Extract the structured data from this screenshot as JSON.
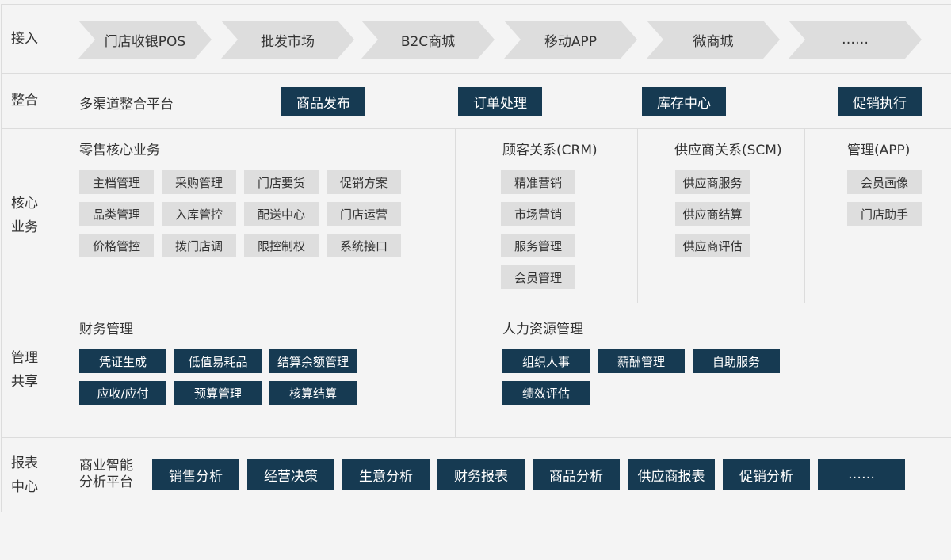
{
  "rows": {
    "access": {
      "label": "接入"
    },
    "integrate": {
      "label": "整合"
    },
    "core": {
      "label_line1": "核心",
      "label_line2": "业务"
    },
    "shared": {
      "label_line1": "管理",
      "label_line2": "共享"
    },
    "report": {
      "label_line1": "报表",
      "label_line2": "中心"
    }
  },
  "access_channels": [
    "门店收银POS",
    "批发市场",
    "B2C商城",
    "移动APP",
    "微商城",
    "……"
  ],
  "integration": {
    "title": "多渠道整合平台",
    "items": [
      "商品发布",
      "订单处理",
      "库存中心",
      "促销执行"
    ]
  },
  "core": {
    "retail": {
      "title": "零售核心业务",
      "items": [
        "主档管理",
        "采购管理",
        "门店要货",
        "促销方案",
        "品类管理",
        "入库管控",
        "配送中心",
        "门店运营",
        "价格管控",
        "拨门店调",
        "限控制权",
        "系统接口"
      ]
    },
    "crm": {
      "title": "顾客关系(CRM)",
      "items": [
        "精准营销",
        "市场营销",
        "服务管理",
        "会员管理"
      ]
    },
    "scm": {
      "title": "供应商关系(SCM)",
      "items": [
        "供应商服务",
        "供应商结算",
        "供应商评估"
      ]
    },
    "app": {
      "title": "管理(APP)",
      "items": [
        "会员画像",
        "门店助手"
      ]
    }
  },
  "shared": {
    "finance": {
      "title": "财务管理",
      "items": [
        "凭证生成",
        "低值易耗品",
        "结算余额管理",
        "应收/应付",
        "预算管理",
        "核算结算"
      ]
    },
    "hr": {
      "title": "人力资源管理",
      "items": [
        "组织人事",
        "薪酬管理",
        "自助服务",
        "绩效评估"
      ]
    }
  },
  "report": {
    "title_line1": "商业智能",
    "title_line2": "分析平台",
    "items": [
      "销售分析",
      "经营决策",
      "生意分析",
      "财务报表",
      "商品分析",
      "供应商报表",
      "促销分析",
      "……"
    ]
  }
}
